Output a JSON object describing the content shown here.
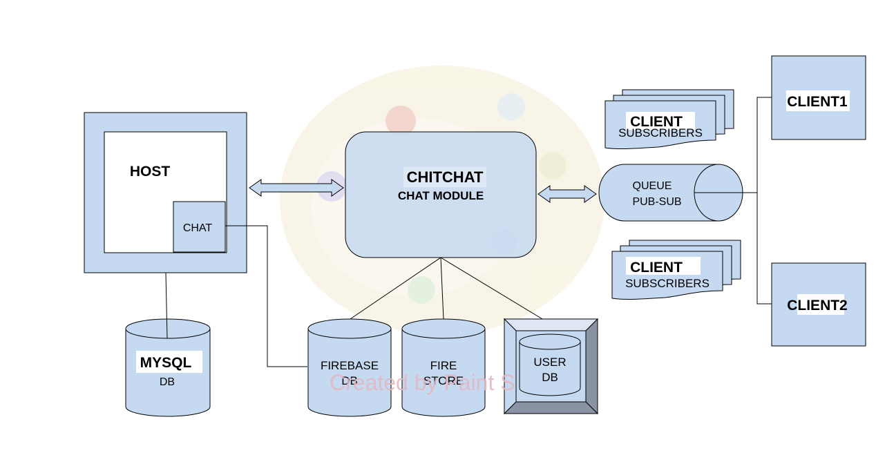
{
  "diagram": {
    "host": {
      "title": "HOST",
      "chat_label": "CHAT"
    },
    "mysql": {
      "title": "MYSQL",
      "subtitle": "DB"
    },
    "chitchat": {
      "title": "CHITCHAT",
      "subtitle": "CHAT MODULE"
    },
    "firebase": {
      "line1": "FIREBASE",
      "line2": "DB"
    },
    "firestore": {
      "line1": "FIRE",
      "line2": "STORE"
    },
    "userdb": {
      "line1": "USER",
      "line2": "DB"
    },
    "queue": {
      "line1": "QUEUE",
      "line2": "PUB-SUB"
    },
    "subscribers_top": {
      "title": "CLIENT",
      "subtitle": "SUBSCRIBERS"
    },
    "subscribers_bottom": {
      "title": "CLIENT",
      "subtitle": "SUBSCRIBERS"
    },
    "client1": {
      "label": "CLIENT1"
    },
    "client2": {
      "label": "CLIENT2"
    },
    "watermark": "Created by Paint S"
  },
  "colors": {
    "shape_fill": "#c5d9f0",
    "stroke": "#000000",
    "palette_bg": "#f3ead2",
    "watermark": "#e3b6bf",
    "bevel_dark": "#8a93a3",
    "bevel_light": "#dde6f2"
  }
}
